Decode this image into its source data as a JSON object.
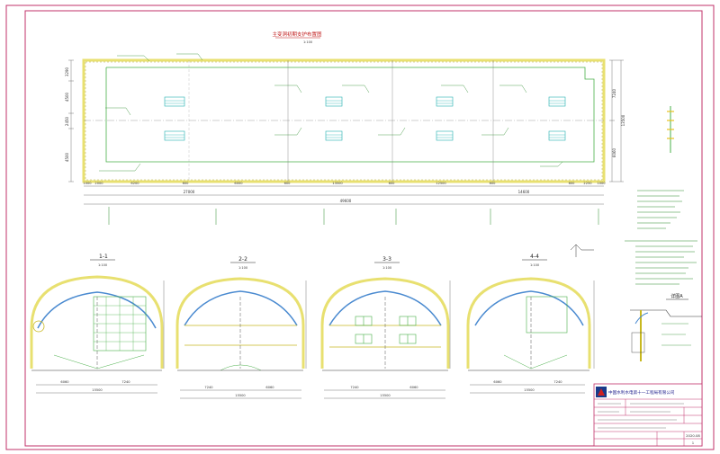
{
  "plan": {
    "title": "主变洞初期支护布置图",
    "scale": "1:100",
    "left_dims": [
      "3290",
      "4500",
      "2450",
      "4500"
    ],
    "right_dims": [
      "7240",
      "13500",
      "6060"
    ],
    "span_top": [
      "1000",
      "2000",
      "6200",
      "600",
      "6000",
      "600",
      "13500",
      "600",
      "12500",
      "600",
      "600",
      "2250",
      "1000"
    ],
    "span_mid": [
      "27000",
      "14600"
    ],
    "total_length": "49600"
  },
  "sections": [
    {
      "title": "1-1",
      "scale": "1:100",
      "width": "15500",
      "parts": [
        "6060",
        "7240"
      ]
    },
    {
      "title": "2-2",
      "scale": "1:100",
      "width": "15500",
      "parts": [
        "7240",
        "6060"
      ]
    },
    {
      "title": "3-3",
      "scale": "1:100",
      "width": "15500",
      "parts": [
        "7240",
        "6060"
      ]
    },
    {
      "title": "4-4",
      "scale": "1:100",
      "width": "15500",
      "parts": [
        "6060",
        "7240"
      ]
    }
  ],
  "detail": {
    "title": "详图A"
  },
  "title_block": {
    "company": "中国水利水电第十一工程局有限公司",
    "date": "2020.08",
    "sheet_no": "1"
  },
  "colors": {
    "frame": "#c0306a",
    "tunnel": "#e8e070",
    "bolt": "#4ab04a",
    "arch": "#4a8ad0",
    "hatch": "#20b0b0",
    "dim": "#2a8a2a"
  }
}
